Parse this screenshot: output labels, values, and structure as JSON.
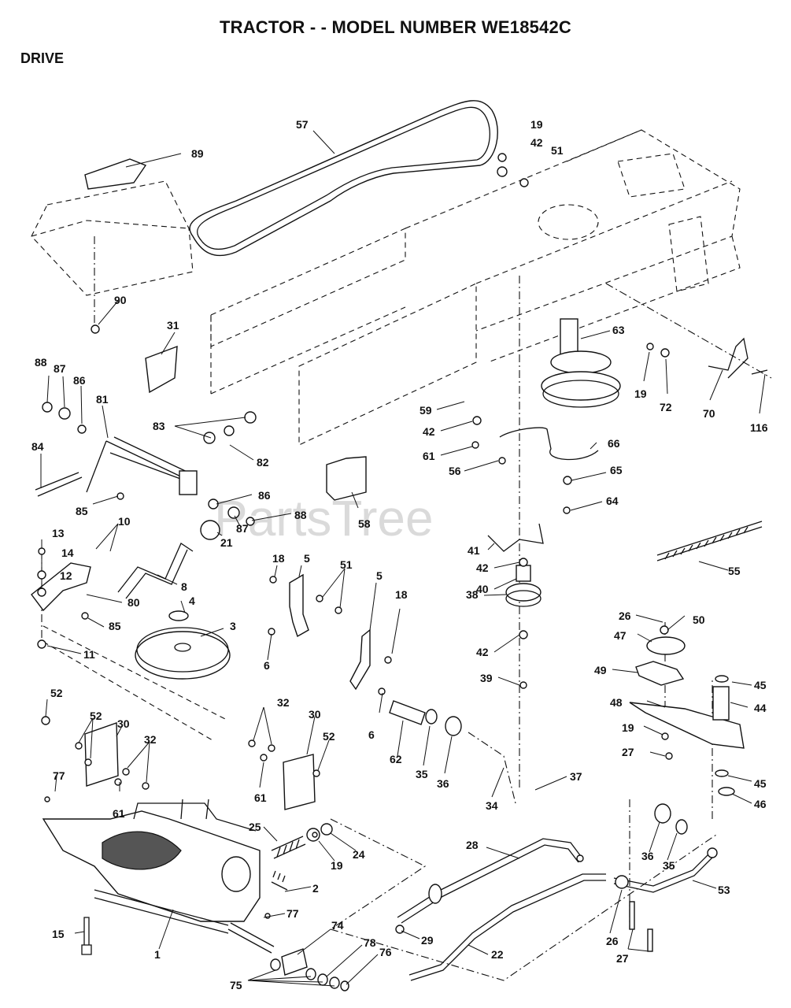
{
  "title": "TRACTOR - - MODEL NUMBER WE18542C",
  "section": "DRIVE",
  "watermark": "PartsTree",
  "callouts": [
    {
      "id": "c57",
      "text": "57"
    },
    {
      "id": "c19a",
      "text": "19"
    },
    {
      "id": "c42a",
      "text": "42"
    },
    {
      "id": "c51a",
      "text": "51"
    },
    {
      "id": "c89",
      "text": "89"
    },
    {
      "id": "c90",
      "text": "90"
    },
    {
      "id": "c31",
      "text": "31"
    },
    {
      "id": "c63",
      "text": "63"
    },
    {
      "id": "c19b",
      "text": "19"
    },
    {
      "id": "c72",
      "text": "72"
    },
    {
      "id": "c70",
      "text": "70"
    },
    {
      "id": "c116",
      "text": "116"
    },
    {
      "id": "c88a",
      "text": "88"
    },
    {
      "id": "c87a",
      "text": "87"
    },
    {
      "id": "c86a",
      "text": "86"
    },
    {
      "id": "c81",
      "text": "81"
    },
    {
      "id": "c83",
      "text": "83"
    },
    {
      "id": "c82",
      "text": "82"
    },
    {
      "id": "c84",
      "text": "84"
    },
    {
      "id": "c85a",
      "text": "85"
    },
    {
      "id": "c86b",
      "text": "86"
    },
    {
      "id": "c88b",
      "text": "88"
    },
    {
      "id": "c87b",
      "text": "87"
    },
    {
      "id": "c21",
      "text": "21"
    },
    {
      "id": "c59",
      "text": "59"
    },
    {
      "id": "c42b",
      "text": "42"
    },
    {
      "id": "c61a",
      "text": "61"
    },
    {
      "id": "c56",
      "text": "56"
    },
    {
      "id": "c66",
      "text": "66"
    },
    {
      "id": "c65",
      "text": "65"
    },
    {
      "id": "c64",
      "text": "64"
    },
    {
      "id": "c58",
      "text": "58"
    },
    {
      "id": "c41",
      "text": "41"
    },
    {
      "id": "c42c",
      "text": "42"
    },
    {
      "id": "c40",
      "text": "40"
    },
    {
      "id": "c38",
      "text": "38"
    },
    {
      "id": "c42d",
      "text": "42"
    },
    {
      "id": "c39",
      "text": "39"
    },
    {
      "id": "c55",
      "text": "55"
    },
    {
      "id": "c10",
      "text": "10"
    },
    {
      "id": "c13",
      "text": "13"
    },
    {
      "id": "c14",
      "text": "14"
    },
    {
      "id": "c12",
      "text": "12"
    },
    {
      "id": "c80",
      "text": "80"
    },
    {
      "id": "c85b",
      "text": "85"
    },
    {
      "id": "c11",
      "text": "11"
    },
    {
      "id": "c8",
      "text": "8"
    },
    {
      "id": "c4",
      "text": "4"
    },
    {
      "id": "c3",
      "text": "3"
    },
    {
      "id": "c18a",
      "text": "18"
    },
    {
      "id": "c5a",
      "text": "5"
    },
    {
      "id": "c51b",
      "text": "51"
    },
    {
      "id": "c5b",
      "text": "5"
    },
    {
      "id": "c18b",
      "text": "18"
    },
    {
      "id": "c6a",
      "text": "6"
    },
    {
      "id": "c6b",
      "text": "6"
    },
    {
      "id": "c26a",
      "text": "26"
    },
    {
      "id": "c50",
      "text": "50"
    },
    {
      "id": "c47",
      "text": "47"
    },
    {
      "id": "c49",
      "text": "49"
    },
    {
      "id": "c45a",
      "text": "45"
    },
    {
      "id": "c44",
      "text": "44"
    },
    {
      "id": "c48",
      "text": "48"
    },
    {
      "id": "c19c",
      "text": "19"
    },
    {
      "id": "c27a",
      "text": "27"
    },
    {
      "id": "c45b",
      "text": "45"
    },
    {
      "id": "c46",
      "text": "46"
    },
    {
      "id": "c52a",
      "text": "52"
    },
    {
      "id": "c52b",
      "text": "52"
    },
    {
      "id": "c30a",
      "text": "30"
    },
    {
      "id": "c32a",
      "text": "32"
    },
    {
      "id": "c77a",
      "text": "77"
    },
    {
      "id": "c61b",
      "text": "61"
    },
    {
      "id": "c32b",
      "text": "32"
    },
    {
      "id": "c30b",
      "text": "30"
    },
    {
      "id": "c52c",
      "text": "52"
    },
    {
      "id": "c61c",
      "text": "61"
    },
    {
      "id": "c62",
      "text": "62"
    },
    {
      "id": "c35a",
      "text": "35"
    },
    {
      "id": "c36a",
      "text": "36"
    },
    {
      "id": "c34",
      "text": "34"
    },
    {
      "id": "c37",
      "text": "37"
    },
    {
      "id": "c25",
      "text": "25"
    },
    {
      "id": "c24",
      "text": "24"
    },
    {
      "id": "c19d",
      "text": "19"
    },
    {
      "id": "c2",
      "text": "2"
    },
    {
      "id": "c28",
      "text": "28"
    },
    {
      "id": "c36b",
      "text": "36"
    },
    {
      "id": "c35b",
      "text": "35"
    },
    {
      "id": "c53",
      "text": "53"
    },
    {
      "id": "c77b",
      "text": "77"
    },
    {
      "id": "c15",
      "text": "15"
    },
    {
      "id": "c1",
      "text": "1"
    },
    {
      "id": "c74",
      "text": "74"
    },
    {
      "id": "c78",
      "text": "78"
    },
    {
      "id": "c76",
      "text": "76"
    },
    {
      "id": "c75",
      "text": "75"
    },
    {
      "id": "c29",
      "text": "29"
    },
    {
      "id": "c22",
      "text": "22"
    },
    {
      "id": "c26b",
      "text": "26"
    },
    {
      "id": "c27b",
      "text": "27"
    }
  ]
}
